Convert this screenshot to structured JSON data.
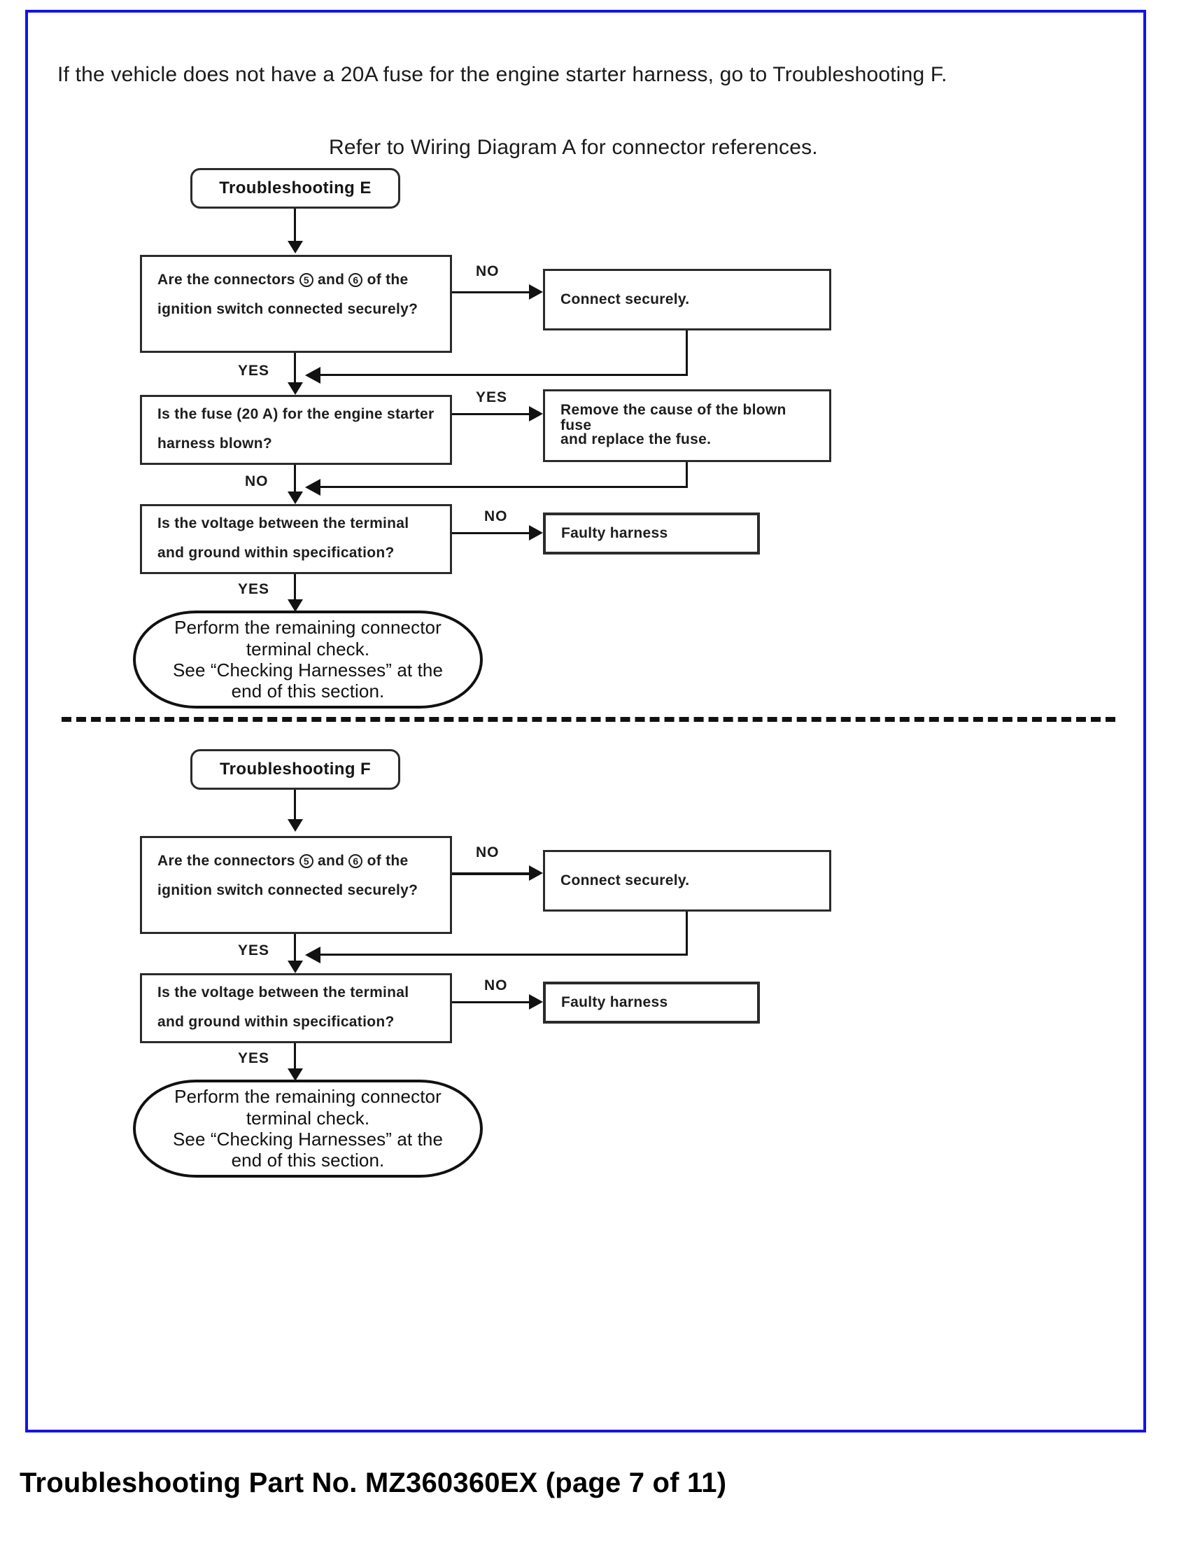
{
  "document": {
    "footer_caption": "Troubleshooting Part No. MZ360360EX (page 7 of 11)",
    "frame_color": "#1414e6"
  },
  "intro": {
    "note_line": "If the vehicle does not have a 20A fuse for the engine starter harness, go to Troubleshooting F.",
    "reference_line": "Refer to Wiring Diagram A for connector references."
  },
  "flow_e": {
    "start": {
      "label": "Troubleshooting E"
    },
    "q1": {
      "line1_pre": "Are  the  connectors ",
      "conn_a": "5",
      "line1_mid": " and ",
      "conn_b": "6",
      "line1_post": " of  the",
      "line2": "ignition switch connected securely?"
    },
    "q1_no_label": "NO",
    "q1_no_action": "Connect securely.",
    "q1_yes_label": "YES",
    "q2": {
      "line1": "Is the fuse (20 A) for the engine starter",
      "line2": "harness blown?"
    },
    "q2_yes_label": "YES",
    "q2_yes_action_line1": "Remove the cause of the blown fuse",
    "q2_yes_action_line2": "and replace the fuse.",
    "q2_no_label": "NO",
    "q3": {
      "line1": "Is the voltage between the terminal",
      "line2": "and ground within specification?"
    },
    "q3_no_label": "NO",
    "q3_no_action": "Faulty harness",
    "q3_yes_label": "YES",
    "terminal": {
      "line1": "Perform the remaining connector",
      "line2": "terminal check.",
      "line3": "See “Checking Harnesses” at the",
      "line4": "end of this section."
    }
  },
  "flow_f": {
    "start": {
      "label": "Troubleshooting F"
    },
    "q1": {
      "line1_pre": "Are  the  connectors ",
      "conn_a": "5",
      "line1_mid": " and ",
      "conn_b": "6",
      "line1_post": " of  the",
      "line2": "ignition switch connected securely?"
    },
    "q1_no_label": "NO",
    "q1_no_action": "Connect securely.",
    "q1_yes_label": "YES",
    "q2": {
      "line1": "Is  the  voltage  between  the  terminal",
      "line2": "and ground within specification?"
    },
    "q2_no_label": "NO",
    "q2_no_action": "Faulty harness",
    "q2_yes_label": "YES",
    "terminal": {
      "line1": "Perform the remaining connector",
      "line2": "terminal check.",
      "line3": "See “Checking Harnesses” at the",
      "line4": "end of this section."
    }
  }
}
